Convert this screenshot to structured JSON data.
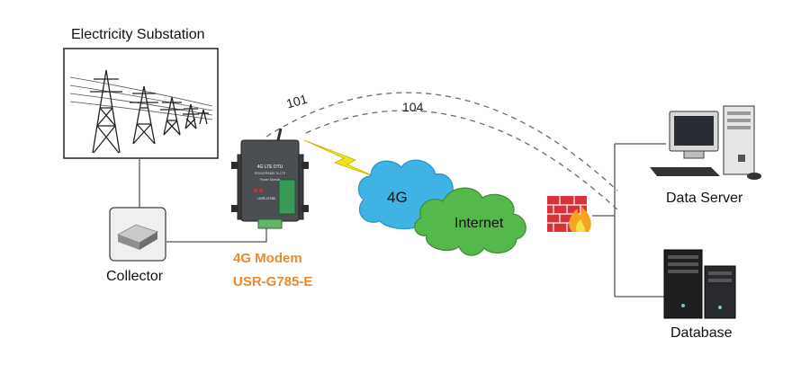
{
  "labels": {
    "substation": "Electricity Substation",
    "collector": "Collector",
    "modem": "4G Modem",
    "modem_model": "USR-G785-E",
    "data_server": "Data Server",
    "database": "Database",
    "cloud_4g": "4G",
    "cloud_internet": "Internet",
    "link_101": "101",
    "link_104": "104"
  },
  "device_text": {
    "line1": "4G LTE DTU",
    "line2": "RS232/RS485 To LTE",
    "line3": "Power Special",
    "brand": "USR-G785"
  },
  "colors": {
    "accent_orange": "#e88a2e",
    "cloud_blue": "#3fb3e3",
    "cloud_green": "#55b84a",
    "lightning_yellow": "#f4e21a",
    "firewall_red": "#d9323b",
    "line_gray": "#555555",
    "dashed_gray": "#6a6a6a"
  },
  "icons": [
    "power-tower-icon",
    "collector-box-icon",
    "modem-device-icon",
    "lightning-icon",
    "cloud-icon",
    "firewall-icon",
    "computer-icon",
    "server-tower-icon"
  ]
}
